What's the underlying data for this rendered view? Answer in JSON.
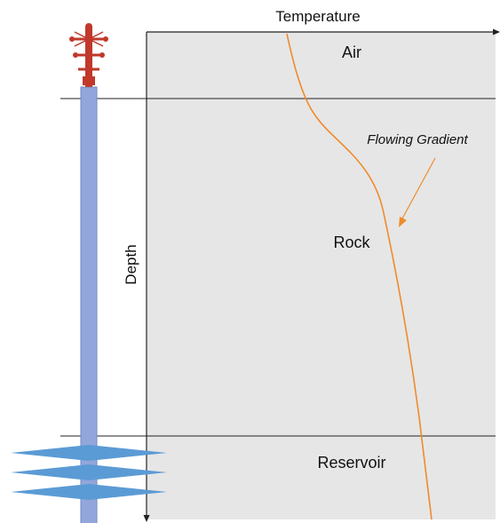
{
  "labels": {
    "x_axis": "Temperature",
    "y_axis": "Depth",
    "air": "Air",
    "rock": "Rock",
    "reservoir": "Reservoir",
    "curve": "Flowing Gradient"
  },
  "colors": {
    "zone_fill": "#e6e6e6",
    "curve": "#f08a2c",
    "tubing": "#93a6db",
    "tubing_border": "#7088c6",
    "perforations": "#5b9bd5",
    "wellhead": "#c0392b",
    "lines": "#222222"
  },
  "icons": {
    "wellhead": "wellhead-icon"
  }
}
